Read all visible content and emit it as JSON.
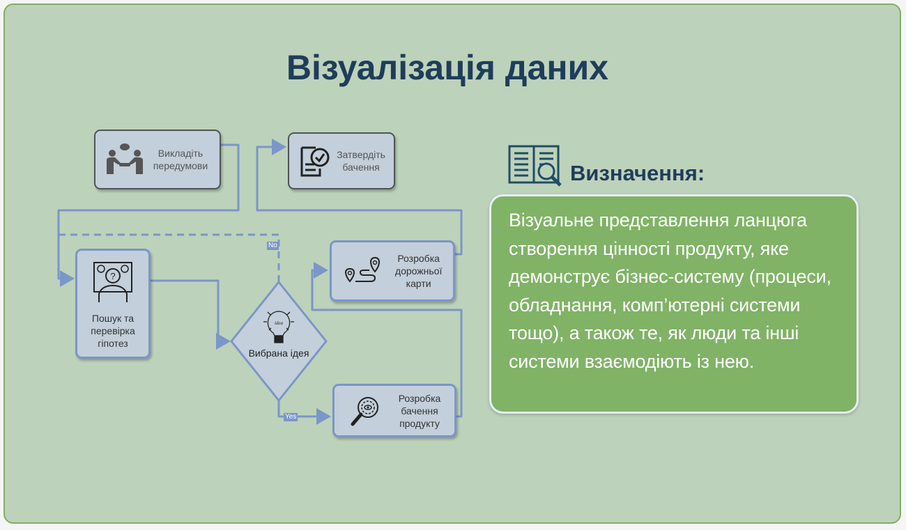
{
  "title": "Візуалізація даних",
  "diagram": {
    "nodes": {
      "background": "Викладіть передумови",
      "approve": "Затвердіть бачення",
      "hypotheses": "Пошук та перевірка гіпотез",
      "decision": "Вибрана ідея",
      "roadmap": "Розробка дорожньої карти",
      "vision": "Розробка бачення продукту"
    },
    "edge_labels": {
      "no": "No",
      "yes": "Yes"
    },
    "icon_text": "idea"
  },
  "definition": {
    "heading": "Визначення:",
    "text": "Візуальне представлення ланцюга створення цінності продукту, яке демонструє бізнес-систему (процеси, обладнання, комп’ютерні системи тощо), а також те, як люди та інші системи взаємодіють із нею."
  },
  "colors": {
    "panel": "#bdd2ba",
    "accent": "#80b366",
    "title": "#1f3d5a",
    "connector": "#7b96c8"
  }
}
